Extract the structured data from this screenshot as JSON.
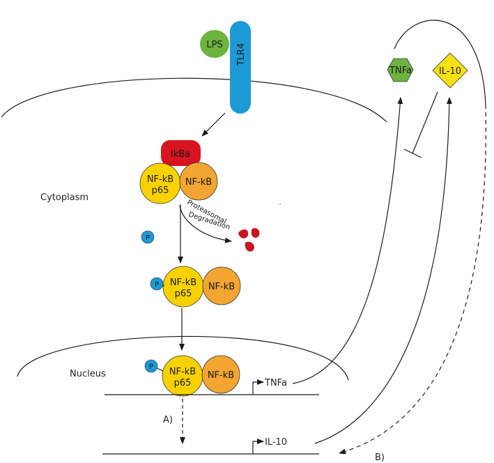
{
  "molecules": {
    "lps": "LPS",
    "tlr4": "TLR4",
    "ikba": "IkBa",
    "nfkb_p65": "NF-kB\np65",
    "nfkb": "NF-kB",
    "phospho": "P",
    "tnfa_receptor": "TNFa",
    "il10_receptor": "IL-10"
  },
  "labels": {
    "cytoplasm": "Cytoplasm",
    "nucleus": "Nucleus",
    "proteasomal": "Proteasomal",
    "degradation": "Degradation",
    "gene_tnfa": "TNFa",
    "gene_il10": "IL-10",
    "path_a": "A)",
    "path_b": "B)"
  },
  "colors": {
    "lps": "#6db33f",
    "tlr4": "#1b9ad6",
    "ikba": "#d7141f",
    "p65": "#f7d200",
    "nfkb": "#f2a531",
    "phospho": "#1b9ad6",
    "tnfa": "#6db33f",
    "il10": "#f7e013",
    "fragments": "#c8141f"
  }
}
